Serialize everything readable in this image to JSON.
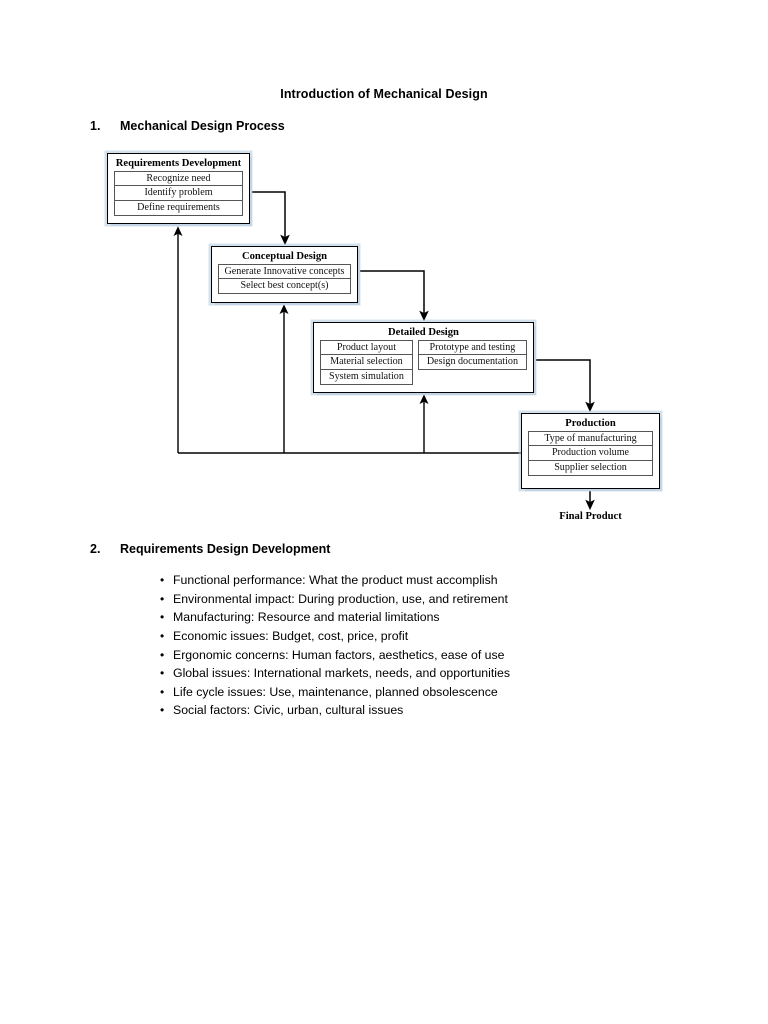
{
  "document": {
    "title": "Introduction of Mechanical Design"
  },
  "sections": [
    {
      "number": "1.",
      "heading": "Mechanical Design Process"
    },
    {
      "number": "2.",
      "heading": "Requirements Design Development"
    }
  ],
  "flowchart": {
    "nodes": [
      {
        "title": "Requirements Development",
        "columns": [
          [
            "Recognize need",
            "Identify problem",
            "Define requirements"
          ]
        ]
      },
      {
        "title": "Conceptual Design",
        "columns": [
          [
            "Generate Innovative concepts",
            "Select best concept(s)"
          ]
        ]
      },
      {
        "title": "Detailed Design",
        "columns": [
          [
            "Product layout",
            "Material selection",
            "System simulation"
          ],
          [
            "Prototype and testing",
            "Design documentation"
          ]
        ]
      },
      {
        "title": "Production",
        "columns": [
          [
            "Type of manufacturing",
            "Production volume",
            "Supplier selection"
          ]
        ]
      }
    ],
    "final_label": "Final Product"
  },
  "bullets": [
    "Functional performance: What the product must accomplish",
    "Environmental impact: During production, use, and retirement",
    "Manufacturing: Resource and material limitations",
    "Economic issues: Budget, cost, price, profit",
    "Ergonomic concerns: Human factors, aesthetics, ease of use",
    "Global issues: International markets, needs, and opportunities",
    "Life cycle issues: Use, maintenance, planned obsolescence",
    "Social factors: Civic, urban, cultural issues"
  ]
}
